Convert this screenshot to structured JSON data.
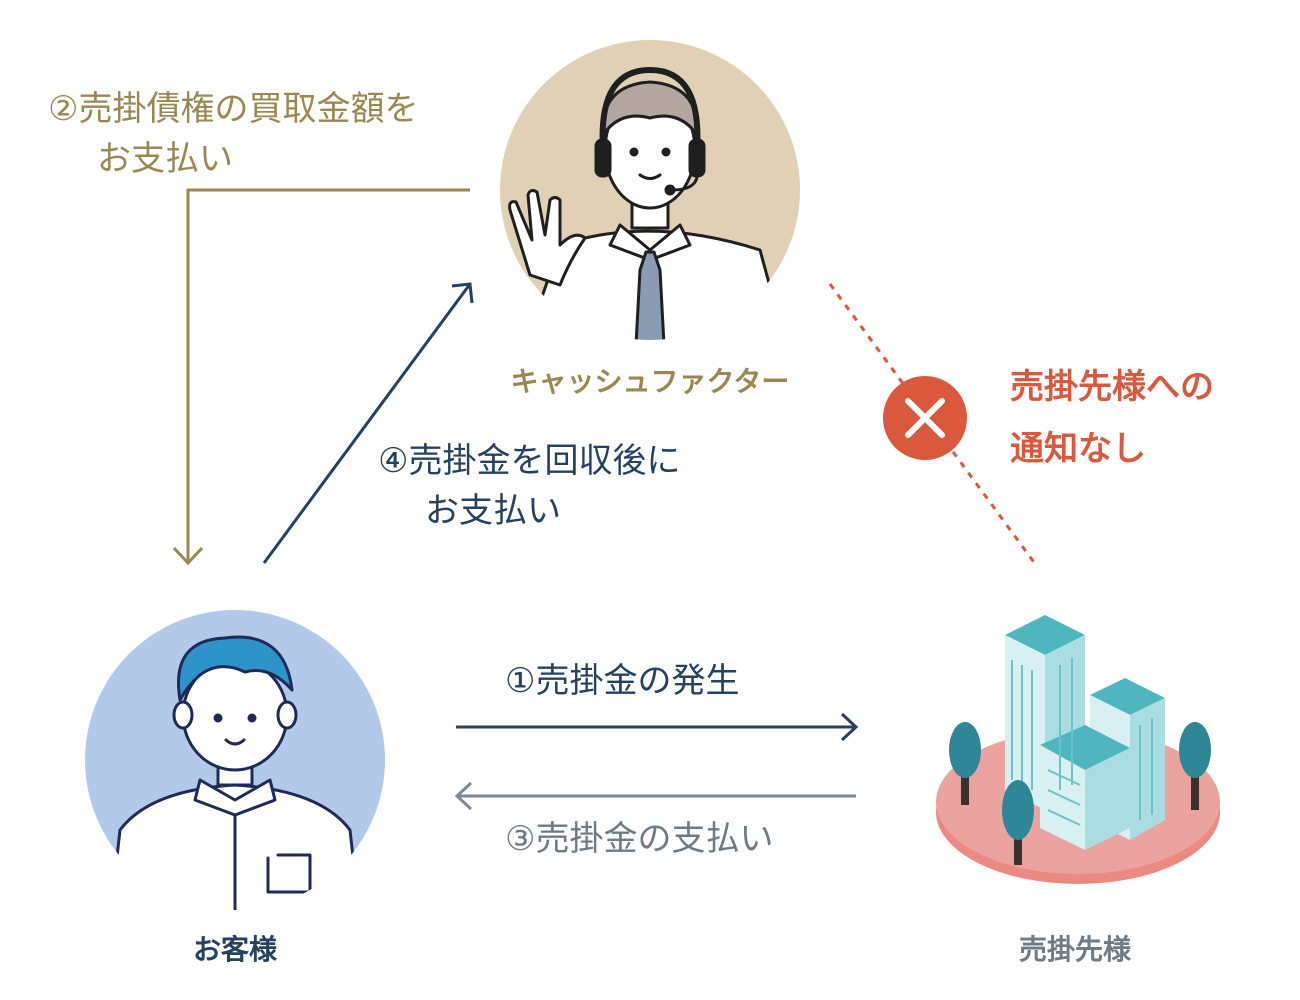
{
  "nodes": {
    "factor": {
      "caption": "キャッシュファクター"
    },
    "customer": {
      "caption": "お客様"
    },
    "buyer": {
      "caption": "売掛先様"
    }
  },
  "steps": {
    "step1": "①売掛金の発生",
    "step2": {
      "line1": "②売掛債権の買取金額を",
      "line2": "お支払い"
    },
    "step3": "③売掛金の支払い",
    "step4": {
      "line1": "④売掛金を回収後に",
      "line2": "お支払い"
    }
  },
  "notice": {
    "line1": "売掛先様への",
    "line2": "通知なし",
    "icon": "cross-icon"
  },
  "colors": {
    "gold": "#9a8752",
    "navy": "#26415f",
    "gray": "#6f7b84",
    "red": "#d9583e",
    "factor_bg": "#e0d0b6",
    "customer_bg": "#b3c9ea",
    "buyer_base": "#eba39f"
  }
}
